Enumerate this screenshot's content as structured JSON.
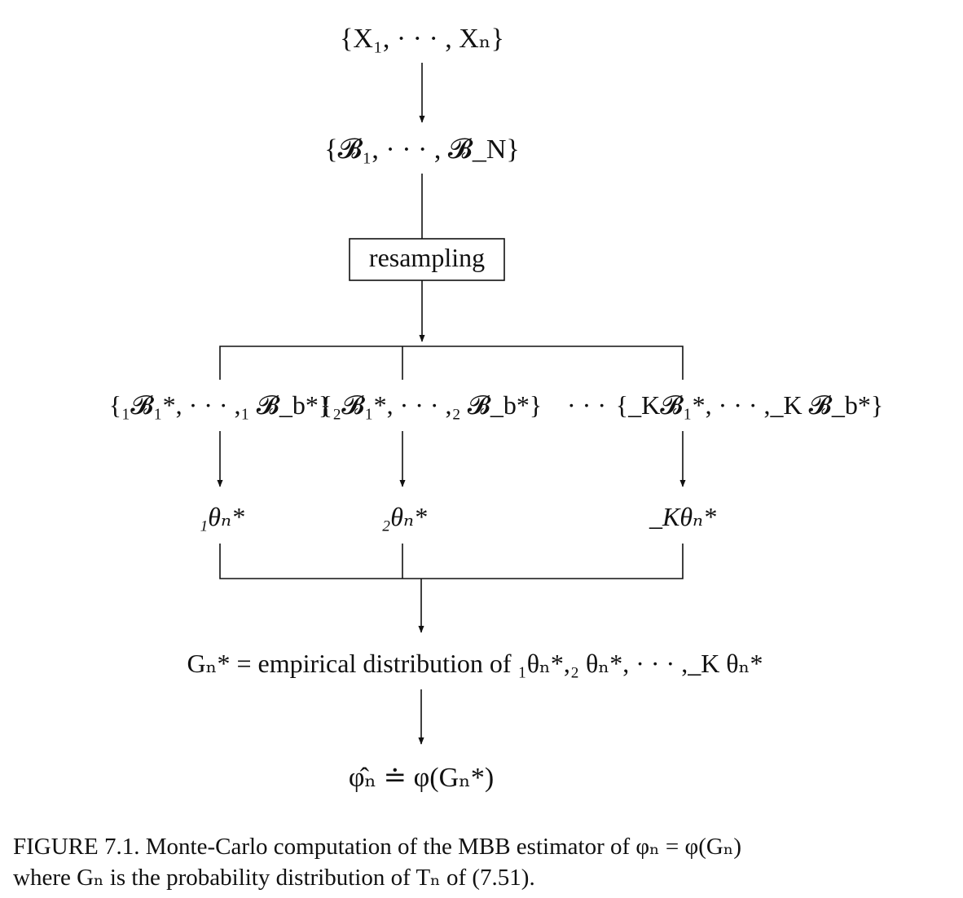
{
  "nodes": {
    "data": "{X₁, · · · , Xₙ}",
    "blocks": "{𝓑₁, · · · , 𝓑_N}",
    "resampling": "resampling",
    "set1": "{₁𝓑₁*, · · · ,₁ 𝓑_b*}",
    "set2": "{₂𝓑₁*, · · · ,₂ 𝓑_b*}",
    "dots": "· · ·",
    "setK": "{_K𝓑₁*, · · · ,_K 𝓑_b*}",
    "theta1": "₁θₙ*",
    "theta2": "₂θₙ*",
    "thetaK": "_Kθₙ*",
    "empirical": "Gₙ* =  empirical distribution of ₁θₙ*,₂ θₙ*, · · · ,_K θₙ*",
    "estimator": "φ̂ₙ ≐ φ(Gₙ*)"
  },
  "caption": {
    "line1": "FIGURE 7.1. Monte-Carlo computation of the MBB estimator of φₙ = φ(Gₙ)",
    "line2": "where Gₙ is the probability distribution of Tₙ of (7.51)."
  }
}
